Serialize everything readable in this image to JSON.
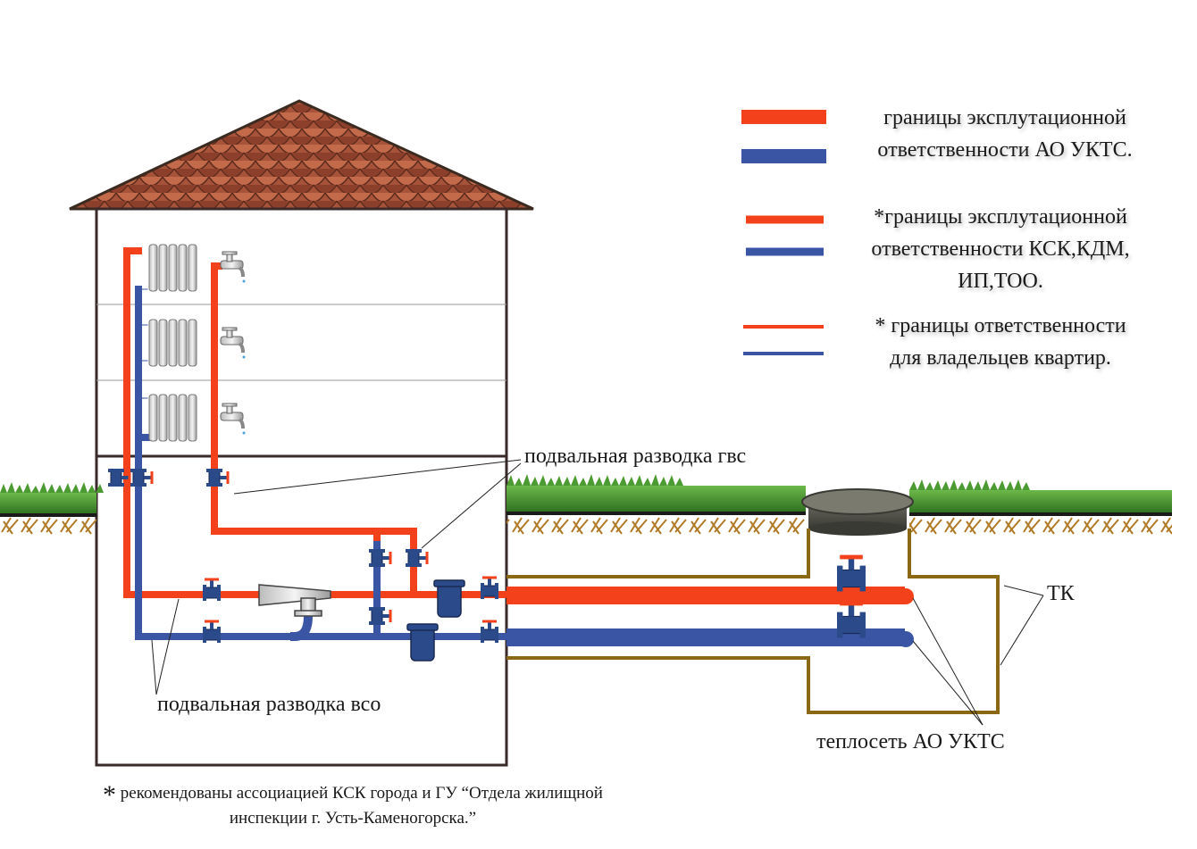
{
  "legend": {
    "item1": [
      "границы эксплутационной",
      "ответственности АО УКТС."
    ],
    "item2": [
      "*границы эксплутационной",
      "ответственности КСК,КДМ,",
      "ИП,ТОО."
    ],
    "item3": [
      "* границы ответственности",
      "для владельцев квартир."
    ]
  },
  "labels": {
    "basement_hot": "подвальная разводка гвс",
    "basement_heat": "подвальная разводка всо",
    "tk": "ТК",
    "heat_network": "теплосеть АО УКТС"
  },
  "footnote": {
    "star": "*",
    "line1": "рекомендованы ассоциацией КСК города и ГУ “Отдела жилищной",
    "line2": "инспекции г. Усть-Каменогорска.”"
  },
  "colors": {
    "hot_pipe": "#f2411b",
    "cold_pipe": "#3a55a4",
    "channel": "#8b6914",
    "grass": "#3f8f2a",
    "roof": "#9a4a32",
    "valve": "#2b4a8a"
  },
  "icons": [
    "roof-icon",
    "radiator-icon",
    "faucet-icon",
    "valve-icon",
    "filter-icon",
    "manhole-icon",
    "grass-icon"
  ]
}
